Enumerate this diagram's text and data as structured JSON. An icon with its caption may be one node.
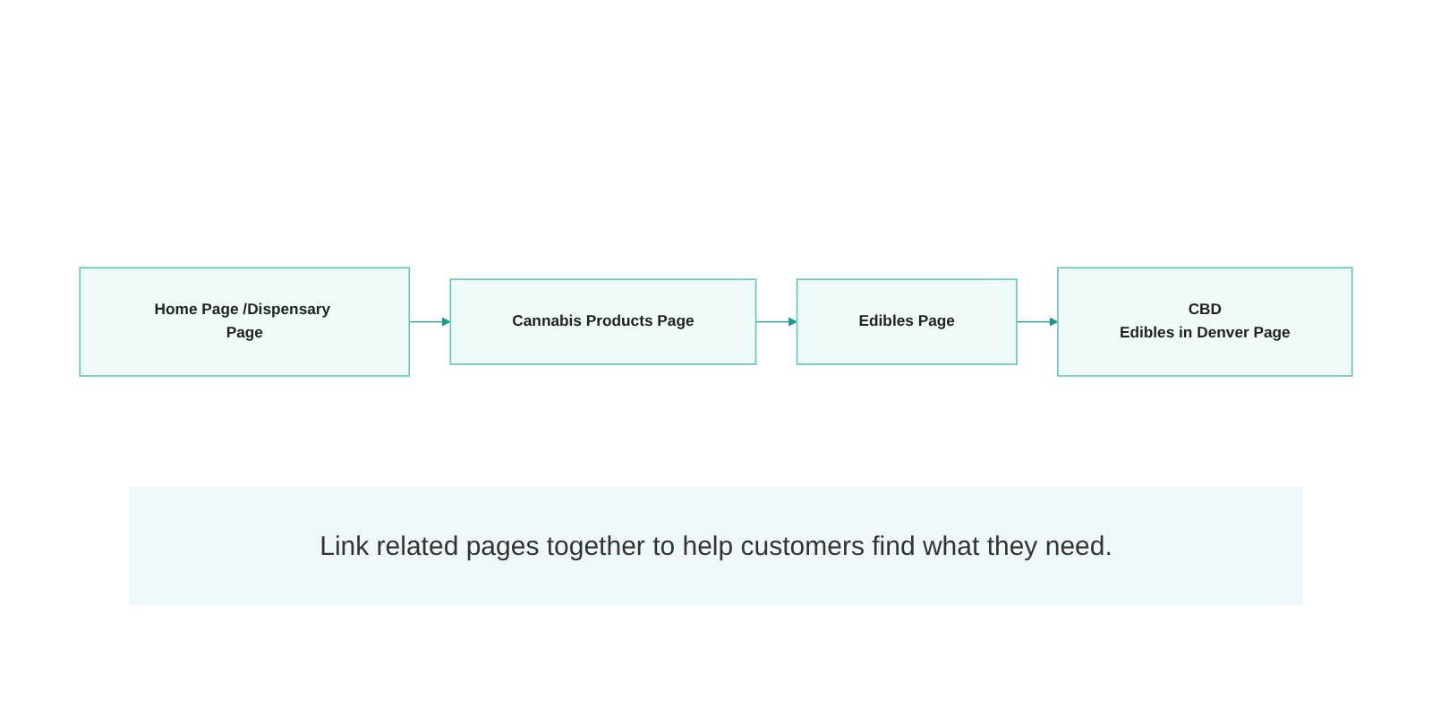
{
  "diagram": {
    "caption": "Link related pages together to help customers find what they need.",
    "nodes": [
      {
        "text": [
          "Home Page /Dispensary Page"
        ]
      },
      {
        "text": [
          "Cannabis Products Page"
        ]
      },
      {
        "text": [
          "Edibles Page"
        ]
      },
      {
        "text": [
          "CBD",
          "Edibles in Denver Page"
        ]
      }
    ],
    "edges": [
      {
        "from": 0,
        "to": 1,
        "arrow": "to"
      },
      {
        "from": 1,
        "to": 2,
        "arrow": "to"
      },
      {
        "from": 2,
        "to": 3,
        "arrow": "to"
      }
    ]
  }
}
